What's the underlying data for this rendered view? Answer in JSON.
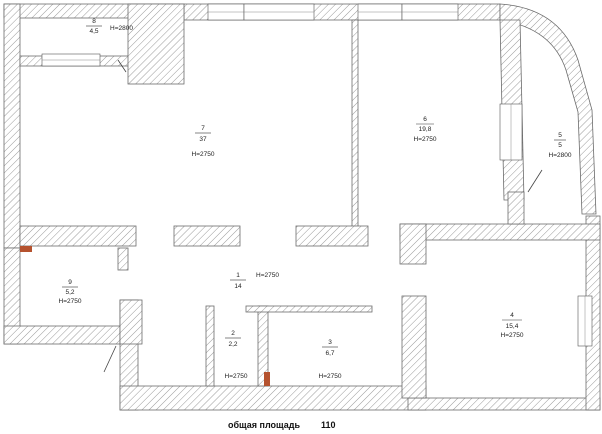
{
  "rooms": [
    {
      "num": "1",
      "area": "14",
      "height": "H=2750"
    },
    {
      "num": "2",
      "area": "2,2",
      "height": "H=2750"
    },
    {
      "num": "3",
      "area": "6,7",
      "height": "H=2750"
    },
    {
      "num": "4",
      "area": "15,4",
      "height": "H=2750"
    },
    {
      "num": "5",
      "area": "5",
      "height": "H=2800"
    },
    {
      "num": "6",
      "area": "19,8",
      "height": "H=2750"
    },
    {
      "num": "7",
      "area": "37",
      "height": "H=2750"
    },
    {
      "num": "8",
      "area": "4,5",
      "height": "H=2800"
    },
    {
      "num": "9",
      "area": "5,2",
      "height": "H=2750"
    }
  ],
  "total": {
    "label": "общая площадь",
    "value": "110"
  },
  "colors": {
    "wall_stroke": "#6b6b6b",
    "hatch": "#9a9a9a",
    "duct": "#b5522e",
    "background": "#ffffff"
  }
}
